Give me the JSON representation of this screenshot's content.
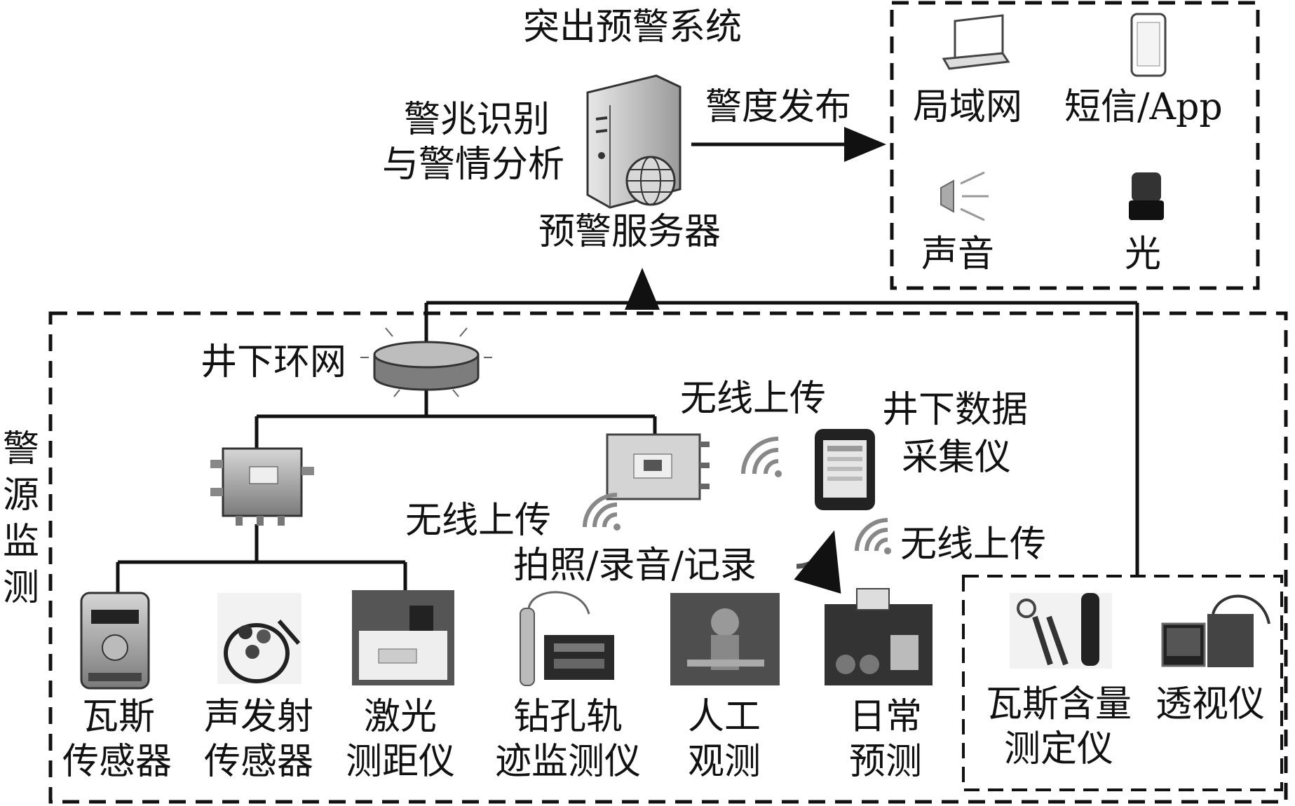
{
  "top": {
    "system_title": "突出预警系统",
    "server_function_line1": "警兆识别",
    "server_function_line2": "与警情分析",
    "server_label": "预警服务器",
    "publish_label": "警度发布"
  },
  "outputs": {
    "lan": "局域网",
    "sms_app": "短信/App",
    "sound": "声音",
    "light": "光"
  },
  "source_monitoring": {
    "group_label_chars": [
      "警",
      "源",
      "监",
      "测"
    ],
    "ring_network": "井下环网",
    "wireless_upload": "无线上传",
    "collector_line1": "井下数据",
    "collector_line2": "采集仪",
    "capture_text": "拍照/录音/记录"
  },
  "devices": [
    {
      "line1": "瓦斯",
      "line2": "传感器"
    },
    {
      "line1": "声发射",
      "line2": "传感器"
    },
    {
      "line1": "激光",
      "line2": "测距仪"
    },
    {
      "line1": "钻孔轨",
      "line2": "迹监测仪"
    },
    {
      "line1": "人工",
      "line2": "观测"
    },
    {
      "line1": "日常",
      "line2": "预测"
    },
    {
      "line1": "瓦斯含量",
      "line2": "测定仪"
    },
    {
      "line1": "透视仪",
      "line2": ""
    }
  ]
}
